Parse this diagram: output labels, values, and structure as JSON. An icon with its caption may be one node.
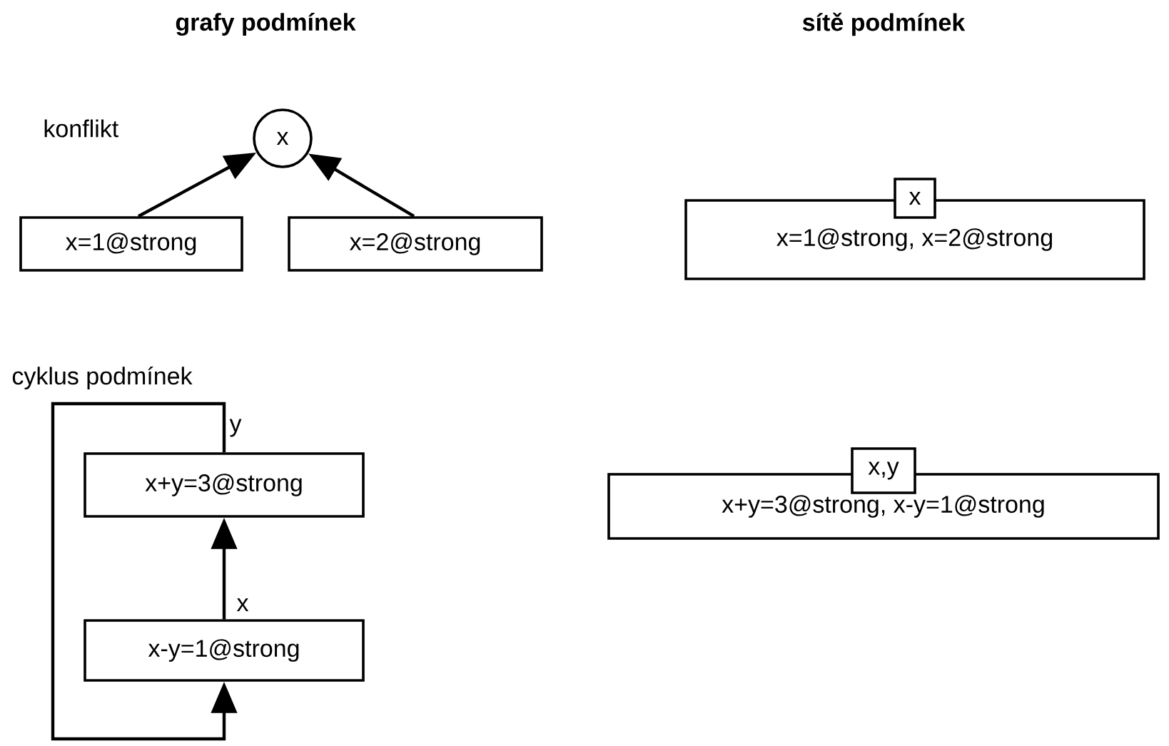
{
  "diagram": {
    "nodes": [
      {
        "text": [
          "x"
        ]
      },
      {
        "text": [
          "x=1@strong"
        ]
      },
      {
        "text": [
          "x=2@strong"
        ]
      },
      {
        "text": [
          "x+y=3@strong"
        ]
      },
      {
        "text": [
          "x-y=1@strong"
        ]
      },
      {
        "text": [
          "x=1@strong, x=2@strong"
        ]
      },
      {
        "text": [
          "x"
        ]
      },
      {
        "text": [
          "x+y=3@strong, x-y=1@strong"
        ]
      },
      {
        "text": [
          "x,y"
        ]
      }
    ],
    "edges": [
      {
        "from": 1,
        "to": 0,
        "arrow": "to"
      },
      {
        "from": 2,
        "to": 0,
        "arrow": "to"
      },
      {
        "from": 4,
        "to": 3,
        "arrow": "to",
        "label": "x"
      },
      {
        "from": 3,
        "to": 4,
        "arrow": "to",
        "label": "y"
      }
    ],
    "labels": [
      "grafy podmínek",
      "sítě podmínek",
      "konflikt",
      "cyklus podmínek"
    ]
  }
}
